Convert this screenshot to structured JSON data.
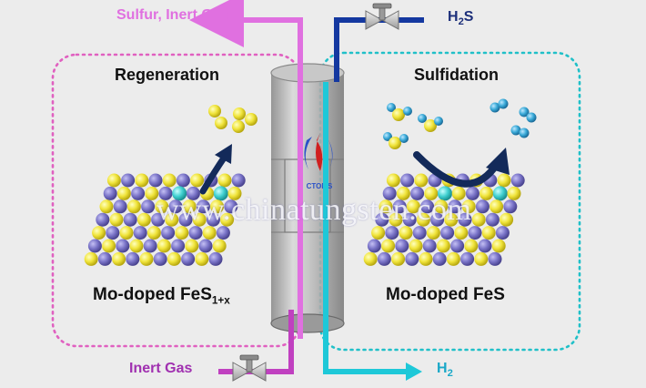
{
  "labels": {
    "sulfur_inert_gas": "Sulfur, Inert Gas",
    "h2s": "H",
    "h2s_sub": "2",
    "h2s_tail": "S",
    "regeneration": "Regeneration",
    "sulfidation": "Sulfidation",
    "mo_doped_fes1x": "Mo-doped FeS",
    "mo_doped_fes1x_sub": "1+x",
    "mo_doped_fes": "Mo-doped FeS",
    "inert_gas": "Inert Gas",
    "h2": "H",
    "h2_sub": "2"
  },
  "watermark": "www.chinatungsten.com",
  "logo_text": "CTOMS",
  "colors": {
    "sulfur_line": "#e070e0",
    "h2s_line": "#1438a0",
    "h2_line": "#1ec8d8",
    "inert_line": "#c040c0",
    "h2s_text": "#1c2f7a",
    "h2_text": "#1aa8c8",
    "inert_text": "#a030b0",
    "sulfur_text": "#e070e0",
    "s_atom": "#e8e030",
    "fe_atom": "#7a74c8",
    "mo_atom": "#40d0d0",
    "h_atom": "#2aa0cc"
  }
}
